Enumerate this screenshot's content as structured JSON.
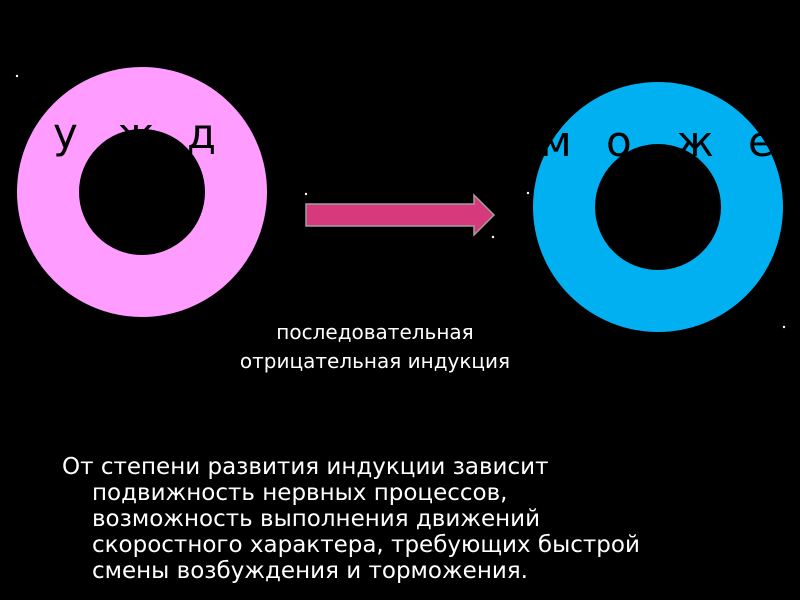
{
  "colors": {
    "background": "#000000",
    "left_ring": "#ff9cff",
    "right_ring": "#00b0f0",
    "arrow_fill": "#d63a7c",
    "arrow_stroke": "#a0a0a0",
    "text": "#ffffff",
    "ring_letters": "#000000"
  },
  "left_ring": {
    "letters": [
      "у",
      "ж",
      "д"
    ]
  },
  "right_ring": {
    "letters": [
      "м",
      "о",
      "ж",
      "е"
    ]
  },
  "arrow": {
    "direction": "right"
  },
  "caption": {
    "line1": "последовательная",
    "line2": "отрицательная индукция"
  },
  "body_text": {
    "line1": "От степени развития индукции зависит",
    "line2": "подвижность нервных процессов,",
    "line3": "возможность выполнения движений",
    "line4": "скоростного характера, требующих быстрой",
    "line5": "смены возбуждения и торможения."
  }
}
